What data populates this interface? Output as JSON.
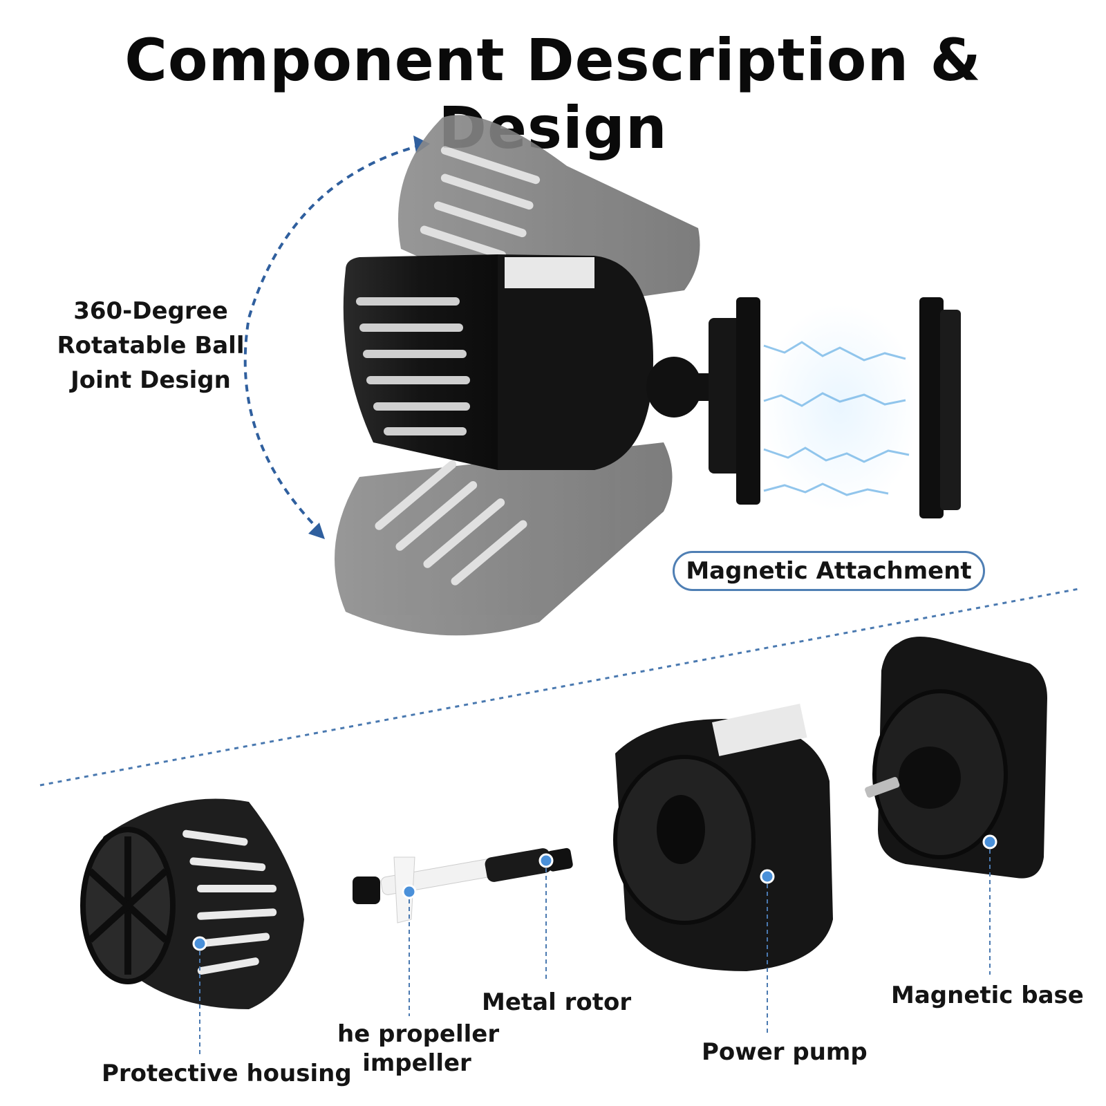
{
  "title": "Component Description & Design",
  "features": {
    "rotation": [
      "360-Degree",
      "Rotatable Ball",
      "Joint Design"
    ],
    "magnetic": "Magnetic Attachment"
  },
  "components": {
    "protective_housing": "Protective housing",
    "propeller_impeller": [
      "he propeller",
      "impeller"
    ],
    "metal_rotor": "Metal rotor",
    "power_pump": "Power pump",
    "magnetic_base": "Magnetic base"
  },
  "colors": {
    "accent_blue": "#2f5f9e",
    "marker_blue": "#4a90d9",
    "body_black": "#1b1b1b",
    "ghost_gray": "#8a8a8a",
    "spark_blue": "#9fd0f5"
  }
}
